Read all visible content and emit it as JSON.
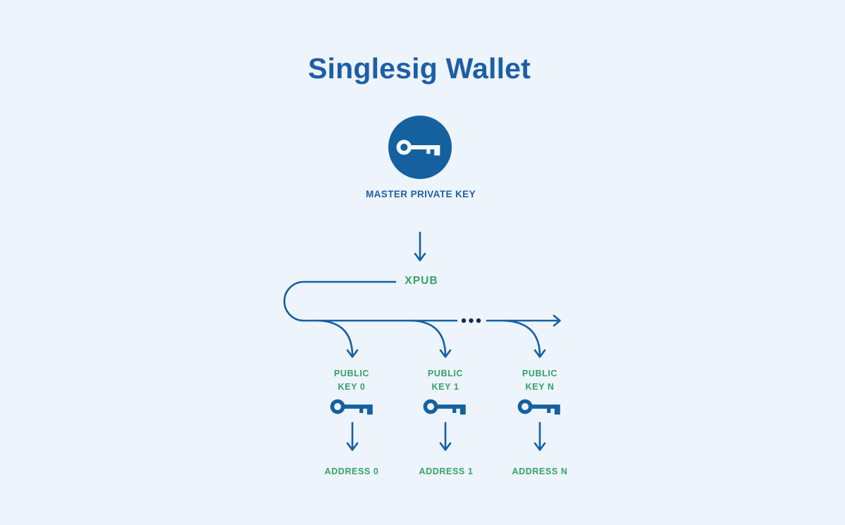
{
  "title": "Singlesig Wallet",
  "master_label": "MASTER PRIVATE KEY",
  "xpub_label": "XPUB",
  "ellipsis": "...",
  "branches": [
    {
      "key_line1": "PUBLIC",
      "key_line2": "KEY 0",
      "address": "ADDRESS 0"
    },
    {
      "key_line1": "PUBLIC",
      "key_line2": "KEY 1",
      "address": "ADDRESS 1"
    },
    {
      "key_line1": "PUBLIC",
      "key_line2": "KEY N",
      "address": "ADDRESS N"
    }
  ],
  "icons": {
    "master_node": "key-icon",
    "public_key_nodes": "key-icon"
  },
  "colors": {
    "background": "#edf4fb",
    "title_blue": "#1d5fa6",
    "label_blue": "#1d5fa6",
    "green": "#36a266",
    "node_blue": "#15619f",
    "line_blue": "#1460a4",
    "key_white": "#f2f8fd",
    "dots": "#152b4d"
  }
}
